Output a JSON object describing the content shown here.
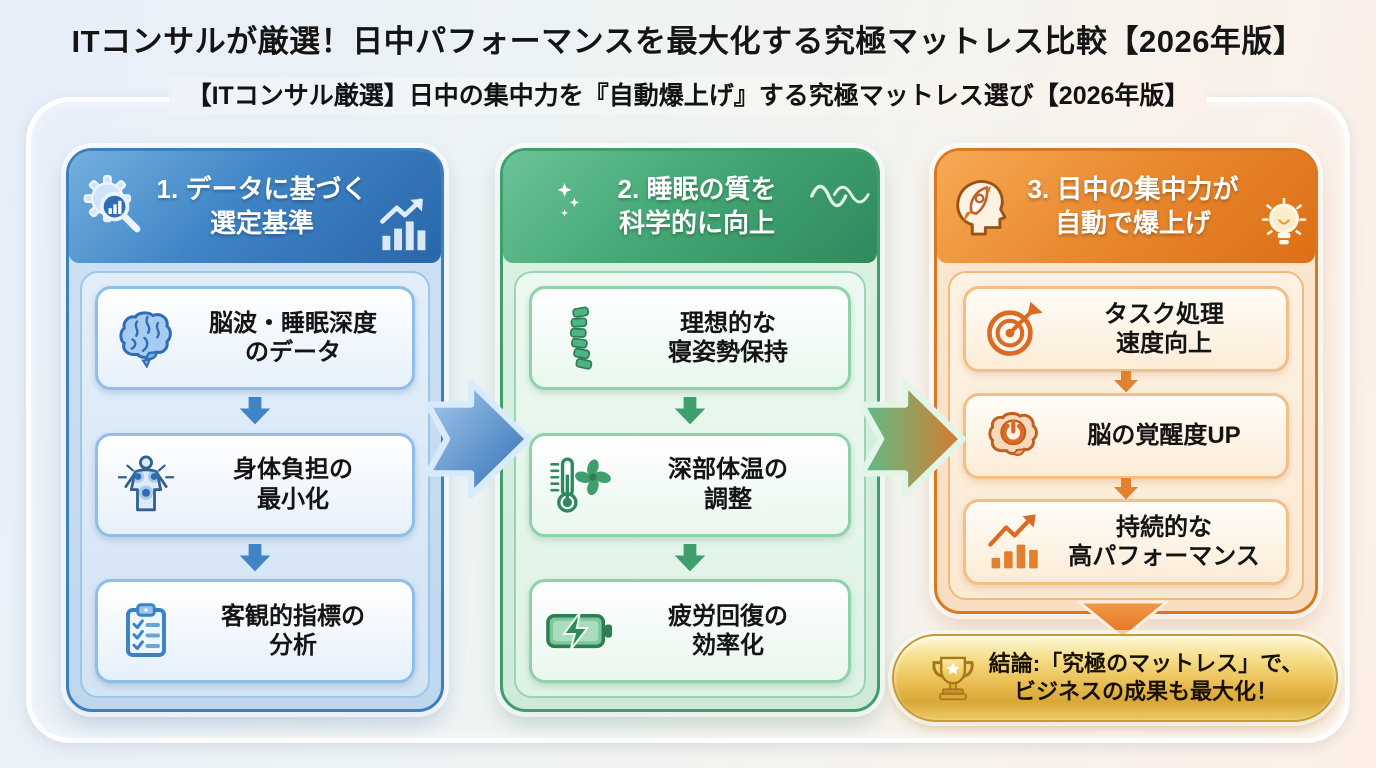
{
  "page": {
    "title": "ITコンサルが厳選！日中パフォーマンスを最大化する究極マットレス比較【2026年版】",
    "subtitle": "【ITコンサル厳選】日中の集中力を『自動爆上げ』する究極マットレス選び【2026年版】"
  },
  "colors": {
    "column1_accent": "#2e6db4",
    "column2_accent": "#2e8a5c",
    "column3_accent": "#e2731f",
    "conclusion_gold": "#d9a93c"
  },
  "columns": [
    {
      "id": "data-criteria",
      "header": {
        "line1": "1. データに基づく",
        "line2": "選定基準",
        "icon": "gear-magnifier-icon",
        "icon_right": "chart-up-icon"
      },
      "cards": [
        {
          "icon": "brain-icon",
          "line1": "脳波・睡眠深度",
          "line2": "のデータ"
        },
        {
          "icon": "body-pressure-icon",
          "line1": "身体負担の",
          "line2": "最小化"
        },
        {
          "icon": "checklist-icon",
          "line1": "客観的指標の",
          "line2": "分析"
        }
      ]
    },
    {
      "id": "sleep-quality",
      "header": {
        "line1": "2. 睡眠の質を",
        "line2": "科学的に向上",
        "icon": "moon-icon",
        "icon_right": "waves-icon"
      },
      "cards": [
        {
          "icon": "spine-icon",
          "line1": "理想的な",
          "line2": "寝姿勢保持"
        },
        {
          "icon": "thermometer-fan-icon",
          "line1": "深部体温の",
          "line2": "調整"
        },
        {
          "icon": "battery-bolt-icon",
          "line1": "疲労回復の",
          "line2": "効率化"
        }
      ]
    },
    {
      "id": "daytime-focus",
      "header": {
        "line1": "3. 日中の集中力が",
        "line2": "自動で爆上げ",
        "icon": "head-rocket-icon",
        "icon_right": "lightbulb-icon"
      },
      "cards": [
        {
          "icon": "target-arrow-icon",
          "line1": "タスク処理",
          "line2": "速度向上"
        },
        {
          "icon": "brain-power-icon",
          "line1": "脳の覚醒度UP",
          "line2": ""
        },
        {
          "icon": "growth-chart-icon",
          "line1": "持続的な",
          "line2": "高パフォーマンス"
        }
      ]
    }
  ],
  "conclusion": {
    "icon": "trophy-icon",
    "line1": "結論:「究極のマットレス」で、",
    "line2": "ビジネスの成果も最大化！"
  }
}
